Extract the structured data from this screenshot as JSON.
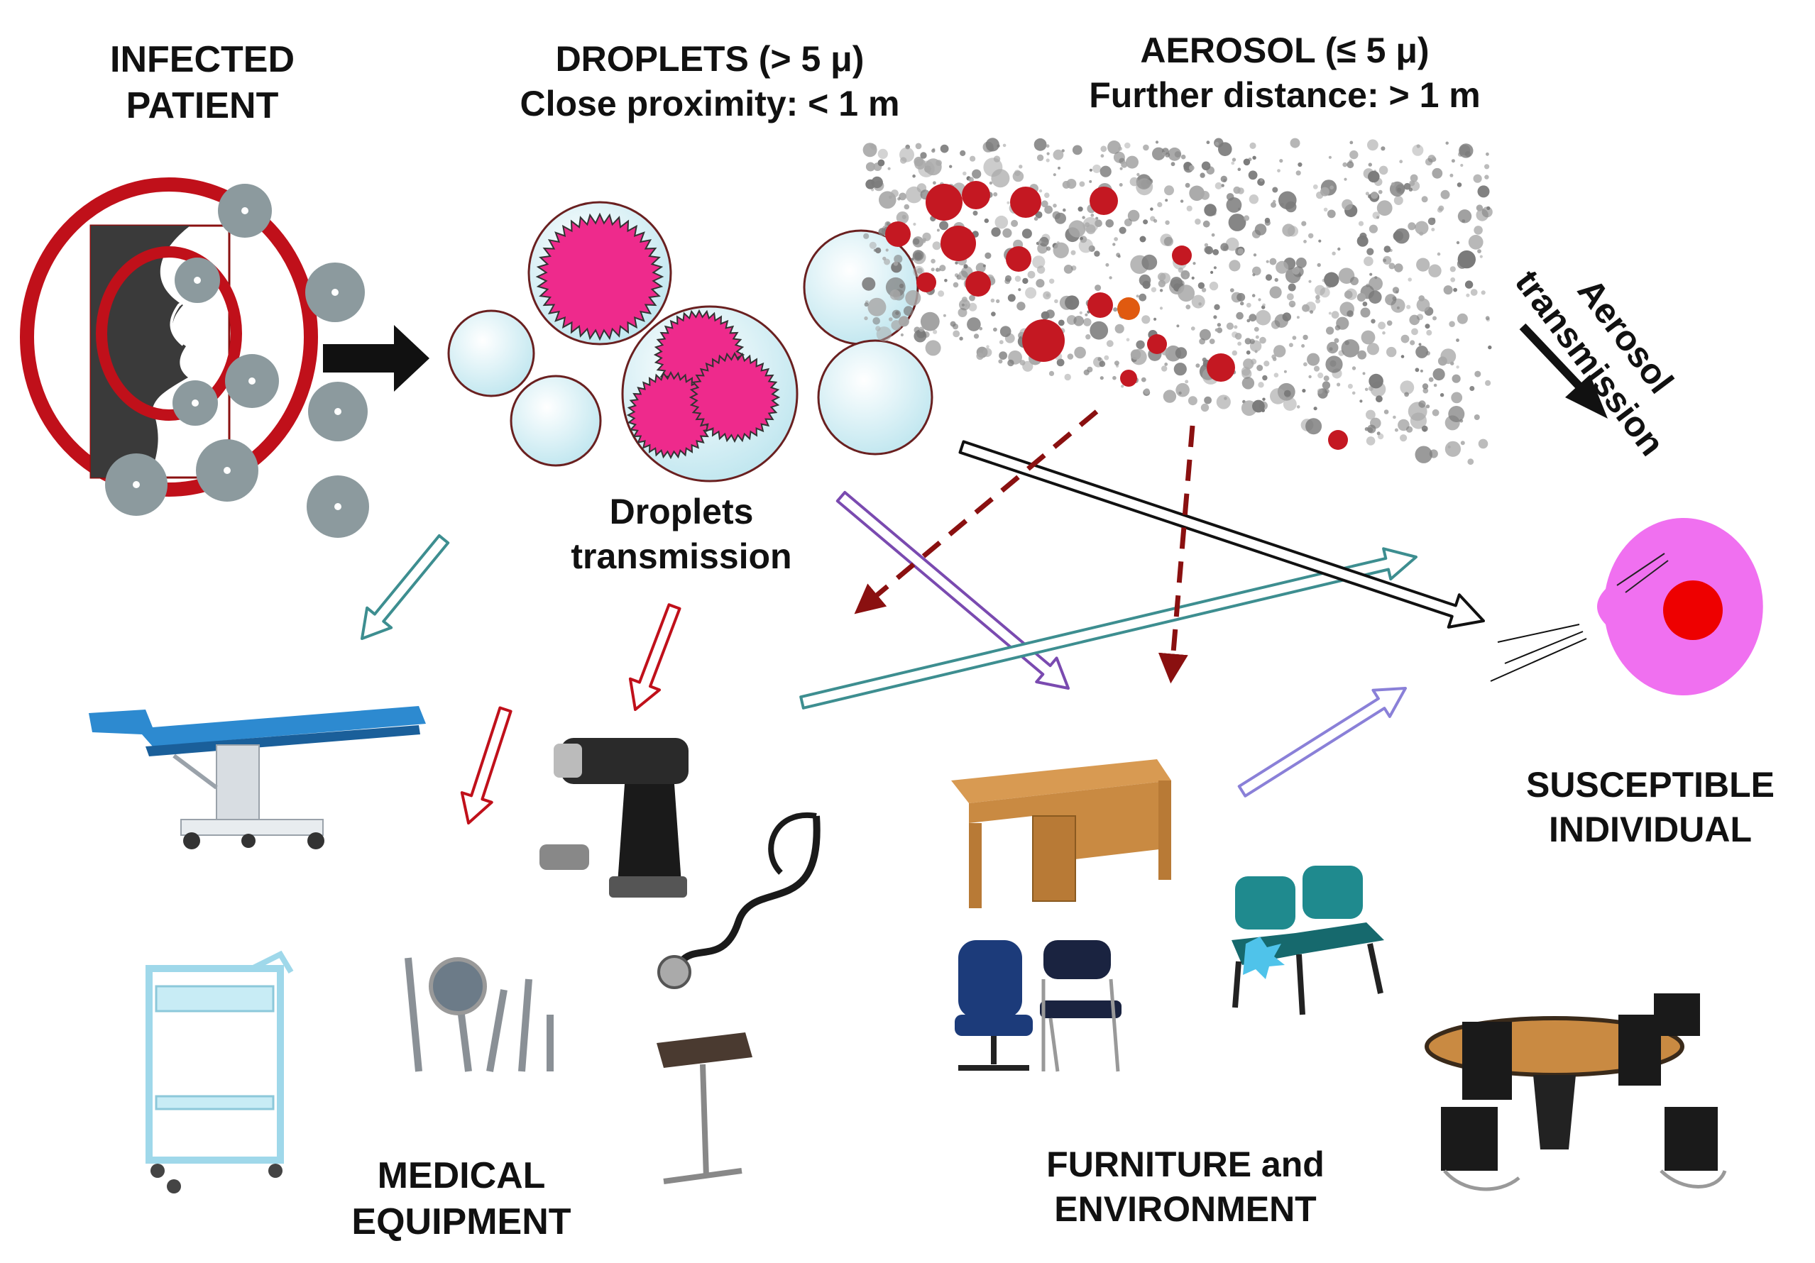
{
  "labels": {
    "infected_patient": [
      "INFECTED",
      "PATIENT"
    ],
    "droplets_title": "DROPLETS (> 5 μ)",
    "droplets_distance": "Close proximity: < 1 m",
    "aerosol_title": "AEROSOL (≤ 5 μ)",
    "aerosol_distance": "Further distance: > 1 m",
    "aerosol_transmission": [
      "Aerosol",
      "transmission"
    ],
    "droplets_transmission": [
      "Droplets",
      "transmission"
    ],
    "susceptible_individual": [
      "SUSCEPTIBLE",
      "INDIVIDUAL"
    ],
    "medical_equipment": [
      "MEDICAL",
      "EQUIPMENT"
    ],
    "furniture_environment": [
      "FURNITURE  and",
      "ENVIRONMENT"
    ]
  },
  "colors": {
    "infection_red": "#c0101a",
    "droplet_fill": "#dff4f8",
    "virus_pink": "#ee2a8c",
    "particle_gray": "#8c9a9e",
    "teal_arrow": "#3d8e90",
    "purple_arrow": "#7a4ab0",
    "lavender_arrow": "#8a80d8",
    "darkred_arrow": "#8a1010",
    "susceptible_pink": "#f06ef0",
    "chair_blue": "#1c3b7a",
    "desk_wood": "#c98a42",
    "seat_teal": "#1f8a8e"
  },
  "icons": [
    "infected-face-icon",
    "droplet-icon",
    "aerosol-cloud-icon",
    "susceptible-face-icon",
    "surgical-table-icon",
    "drill-icon",
    "stethoscope-icon",
    "cart-icon",
    "dental-tools-icon",
    "overbed-table-icon",
    "desk-icon",
    "office-chair-icon",
    "stack-chair-icon",
    "waiting-bench-icon",
    "round-table-icon"
  ]
}
